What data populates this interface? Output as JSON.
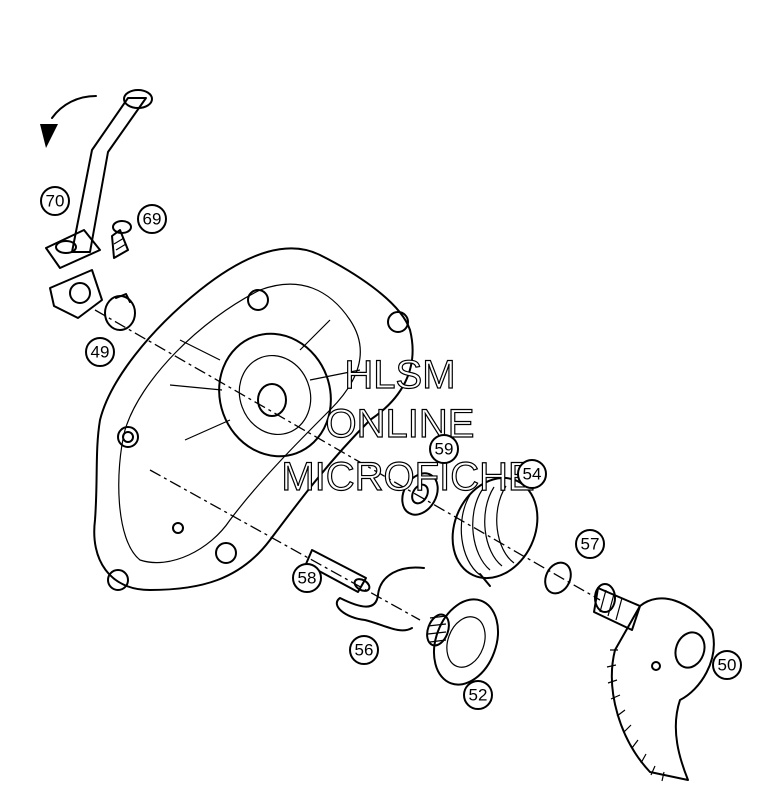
{
  "labels": [
    {
      "id": "70",
      "text": "70"
    },
    {
      "id": "69",
      "text": "69"
    },
    {
      "id": "49",
      "text": "49"
    },
    {
      "id": "59",
      "text": "59"
    },
    {
      "id": "54",
      "text": "54"
    },
    {
      "id": "57",
      "text": "57"
    },
    {
      "id": "58",
      "text": "58"
    },
    {
      "id": "56",
      "text": "56"
    },
    {
      "id": "52",
      "text": "52"
    },
    {
      "id": "50",
      "text": "50"
    }
  ],
  "watermark": {
    "line1": "HLSM",
    "line2": "ONLINE",
    "line3": "MICROFICHE"
  },
  "colors": {
    "line": "#000000",
    "background": "#ffffff"
  }
}
